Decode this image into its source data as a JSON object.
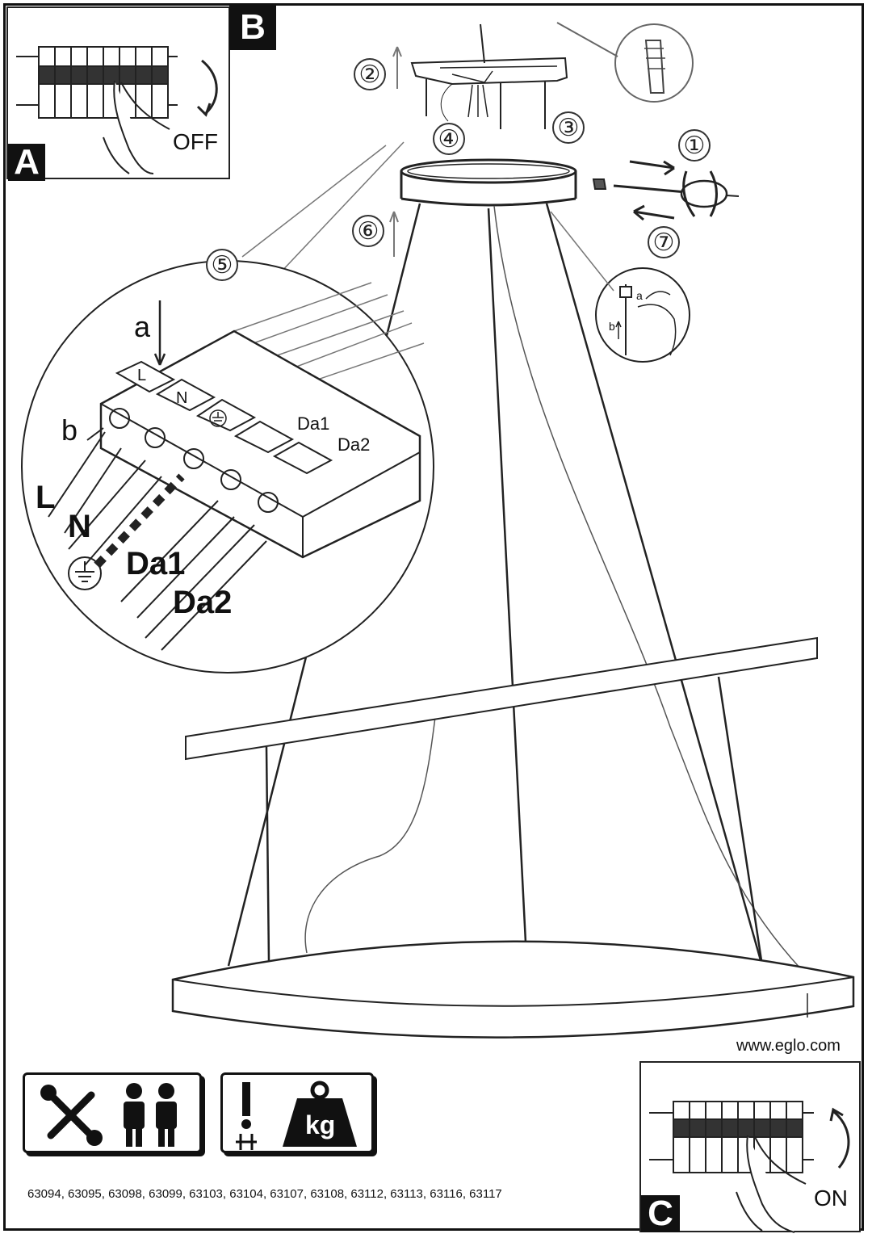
{
  "panels": {
    "a": {
      "badge": "A",
      "state_label": "OFF"
    },
    "b": {
      "badge": "B"
    },
    "c": {
      "badge": "C",
      "state_label": "ON"
    }
  },
  "steps": [
    "①",
    "②",
    "③",
    "④",
    "⑤",
    "⑥",
    "⑦"
  ],
  "detail": {
    "pointer_a": "a",
    "pointer_b": "b",
    "terminals": [
      "L",
      "N",
      "Da1",
      "Da2"
    ],
    "wires": [
      "L",
      "N",
      "Da1",
      "Da2"
    ],
    "small_a": "a",
    "small_b": "b"
  },
  "icons": {
    "tools": "tools-icon",
    "installers": "two-persons-icon",
    "warning": "exclamation-icon",
    "weight": "kg-weight-icon",
    "weight_text": "kg"
  },
  "website": "www.eglo.com",
  "model_numbers": "63094, 63095, 63098, 63099, 63103, 63104, 63107, 63108, 63112, 63113, 63116, 63117",
  "colors": {
    "ink": "#111111",
    "paper": "#ffffff"
  }
}
